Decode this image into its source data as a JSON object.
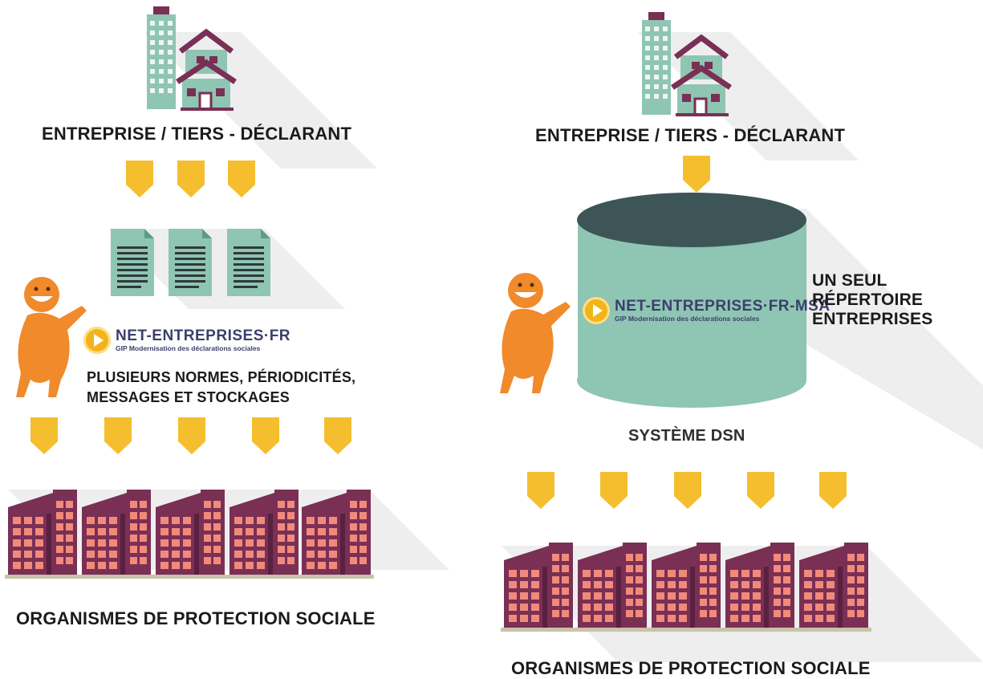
{
  "left": {
    "enterprise_label": "ENTREPRISE / TIERS - DÉCLARANT",
    "logo_name": "NET-ENTREPRISES·FR",
    "logo_subtitle": "GIP Modernisation des déclarations sociales",
    "note_line1": "PLUSIEURS NORMES, PÉRIODICITÉS,",
    "note_line2": "MESSAGES ET STOCKAGES",
    "organisms_label": "ORGANISMES DE PROTECTION SOCIALE"
  },
  "right": {
    "enterprise_label": "ENTREPRISE / TIERS - DÉCLARANT",
    "logo_name": "NET-ENTREPRISES·FR-MSA",
    "logo_subtitle": "GIP Modernisation des déclarations sociales",
    "repo_line1": "UN SEUL",
    "repo_line2": "RÉPERTOIRE",
    "repo_line3": "ENTREPRISES",
    "system_label": "SYSTÈME DSN",
    "organisms_label": "ORGANISMES DE PROTECTION SOCIALE"
  },
  "colors": {
    "teal": "#8fc5b3",
    "teal_dark": "#5e9c8a",
    "purple": "#7a2f55",
    "orange_window": "#f28a7a",
    "arrow_yellow": "#f5be2e",
    "character_orange": "#f08a2b",
    "cylinder_top": "#3e5558"
  }
}
